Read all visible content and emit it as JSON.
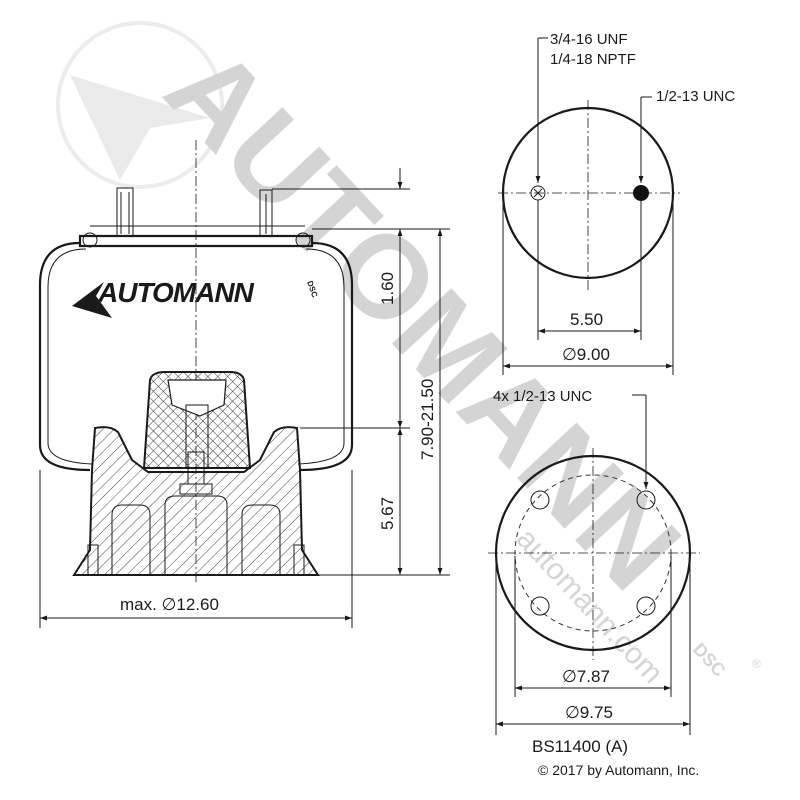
{
  "watermark": {
    "text": "AUTOMANN",
    "url": "automann.com",
    "mark": "DSC",
    "registered": "®"
  },
  "logo": {
    "text": "AUTOMANN",
    "mark": "DSC"
  },
  "top_view": {
    "thread_label_1": "3/4-16 UNF",
    "thread_label_2": "1/4-18 NPTF",
    "stud_label": "1/2-13 UNC",
    "dim_spacing": "5.50",
    "dim_diameter": "∅9.00"
  },
  "side_view": {
    "dim_top_height": "1.60",
    "dim_overall_height": "7.90-21.50",
    "dim_piston_height": "5.67",
    "dim_max_diameter": "max. ∅12.60"
  },
  "bottom_view": {
    "holes_label": "4x 1/2-13 UNC",
    "dim_bolt_circle": "∅7.87",
    "dim_diameter": "∅9.75"
  },
  "part_number": "BS11400 (A)",
  "copyright": "© 2017 by Automann, Inc."
}
